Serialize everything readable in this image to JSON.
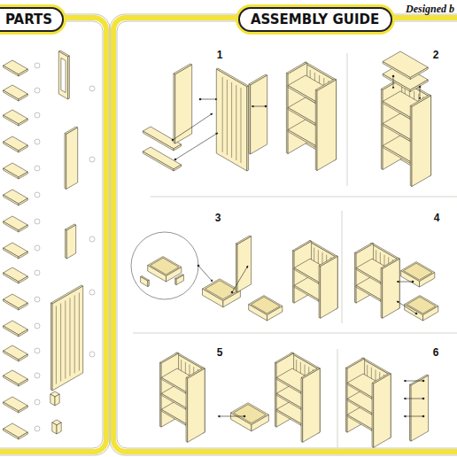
{
  "diagram": {
    "nodes": [
      {
        "text": [
          "PARTS"
        ]
      },
      {
        "text": [
          "ASSEMBLY GUIDE"
        ]
      }
    ],
    "labels": [
      "Designed b",
      "1",
      "2",
      "3",
      "4",
      "5",
      "6"
    ]
  }
}
